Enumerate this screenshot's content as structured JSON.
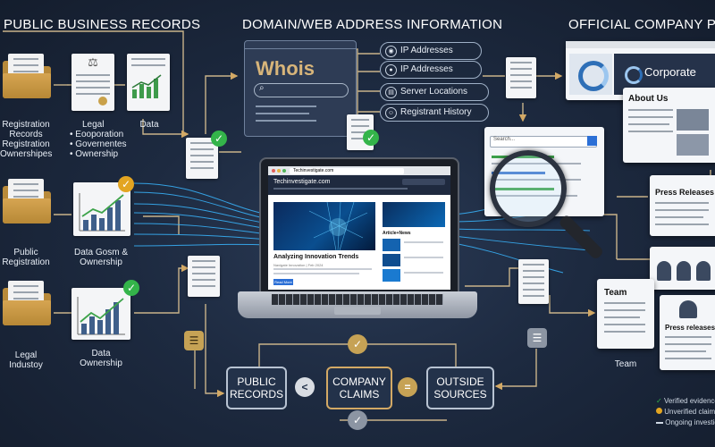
{
  "titles": {
    "left": "PUBLIC BUSINESS RECORDS",
    "center": "DOMAIN/WEB ADDRESS INFORMATION",
    "right": "OFFICIAL COMPANY PAGES"
  },
  "left_items": [
    {
      "label_line1": "Registration",
      "label_line2": "Records",
      "label_line3": "Registration",
      "label_line4": "Ownershipes"
    },
    {
      "label_line1": "Legal",
      "label_line2": "• Eooporation",
      "label_line3": "• Governentes",
      "label_line4": "• Ownership"
    },
    {
      "label_line1": "Data"
    },
    {
      "label_line1": "Public",
      "label_line2": "Registration"
    },
    {
      "label_line1": "Data Gosm &",
      "label_line2": "Ownership"
    },
    {
      "label_line1": "Legal",
      "label_line2": "Industoy"
    },
    {
      "label_line1": "Data",
      "label_line2": "Ownership"
    }
  ],
  "whois": {
    "title": "Whois",
    "pills": [
      "IP Addresses",
      "IP Addresses",
      "Server Locations",
      "Registrant History"
    ]
  },
  "laptop": {
    "url": "Techinvestigate.com",
    "site_name": "Techinvestigate.com",
    "headline": "Analyzing Innovation Trends",
    "byline": "Navigate Innovation | Feb 2024",
    "side_heading": "Article+News",
    "button": "Read More"
  },
  "search_panel": {
    "placeholder": "Search..."
  },
  "right_pages": {
    "corporate": "Corporate",
    "about": "About Us",
    "press1": "Press Releases",
    "team": "Team",
    "press2": "Press releases",
    "team_caption": "Team"
  },
  "bottom_boxes": [
    {
      "line1": "PUBLIC",
      "line2": "RECORDS"
    },
    {
      "line1": "COMPANY",
      "line2": "CLAIMS"
    },
    {
      "line1": "OUTSIDE",
      "line2": "SOURCES"
    }
  ],
  "operators": {
    "left": "<",
    "right": "="
  },
  "legend": {
    "verified": "Verified evidence",
    "unverified": "Unverified claims",
    "ongoing": "Ongoing investigation"
  },
  "colors": {
    "background": "#1b2638",
    "verified": "#34b44a",
    "unverified": "#e3a521",
    "connector": "#d3a965",
    "glow": "#38b7ff"
  }
}
